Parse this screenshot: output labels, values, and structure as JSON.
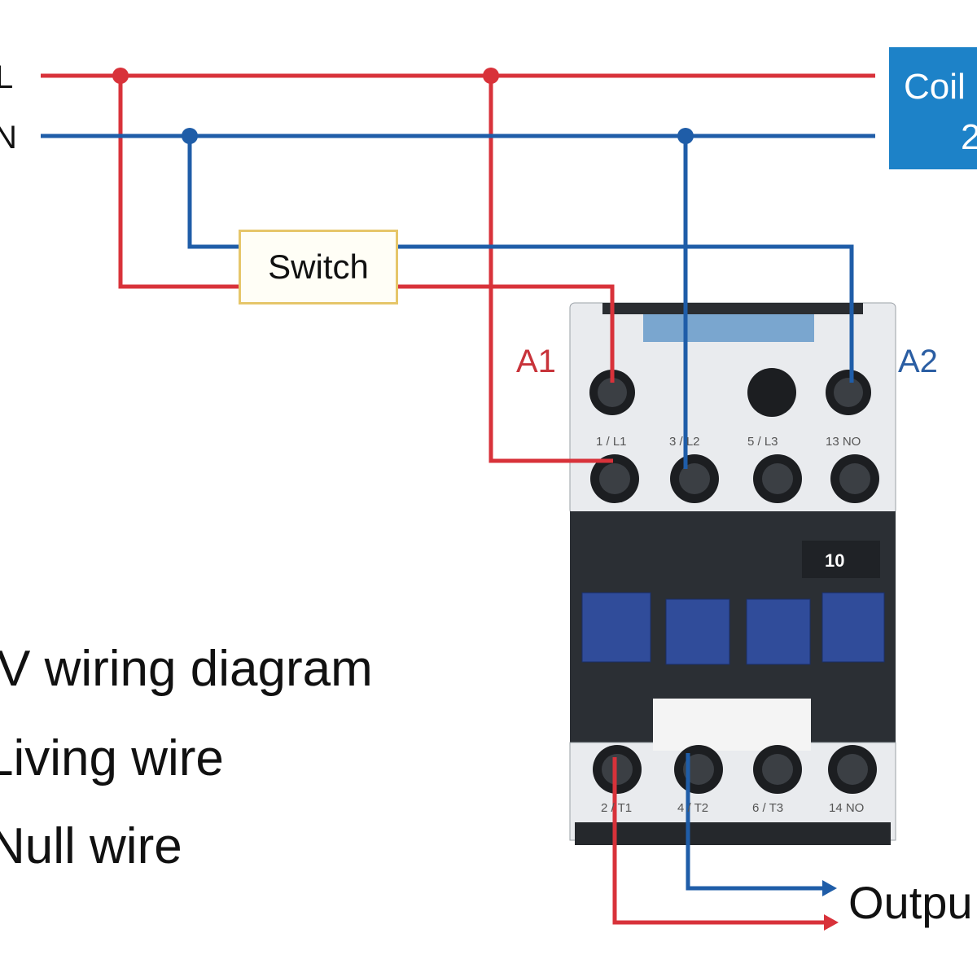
{
  "diagram": {
    "lines": {
      "live_label": "L",
      "null_label": "N"
    },
    "coil": {
      "line1": "Coil",
      "line2": "2"
    },
    "switch_label": "Switch",
    "terminal_a1": "A1",
    "terminal_a2": "A2",
    "top_terminals": [
      "1 / L1",
      "3 / L2",
      "5 / L3",
      "13 NO"
    ],
    "bottom_terminals": [
      "2 / T1",
      "4 / T2",
      "6 / T3",
      "14 NO"
    ],
    "aux_rating": "10",
    "output_label": "Outpu",
    "legend": {
      "title": "V wiring diagram",
      "live": "Living wire",
      "null": "Null wire"
    },
    "colors": {
      "live": "#d8323a",
      "null": "#1f5da8",
      "coil_box": "#1d82c8",
      "switch_border": "#e6c66a"
    }
  }
}
